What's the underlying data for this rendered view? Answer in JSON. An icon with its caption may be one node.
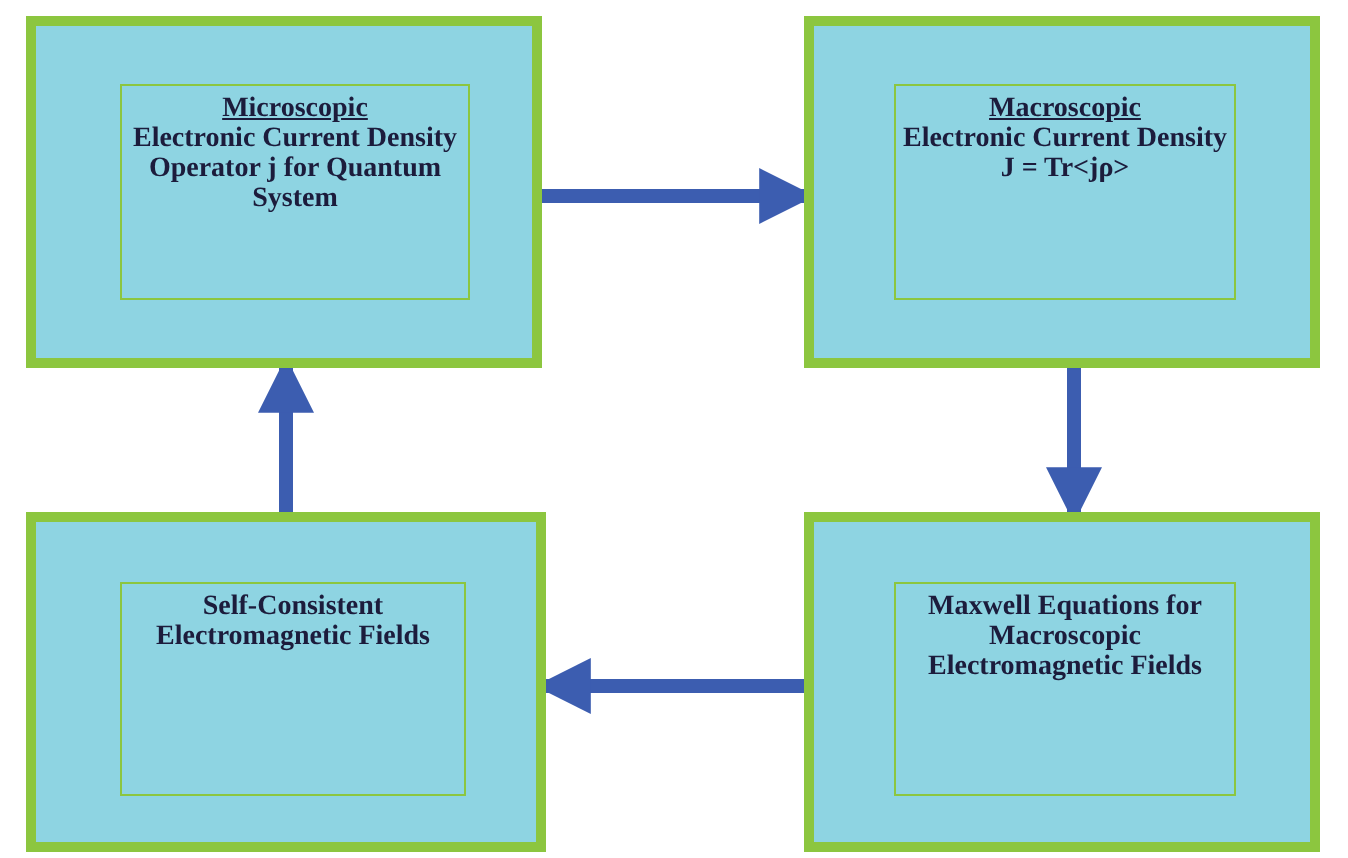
{
  "diagram": {
    "nodes": [
      {
        "text": [
          "Microscopic",
          "Electronic Current Density Operator j for Quantum System"
        ]
      },
      {
        "text": [
          "Macroscopic",
          "Electronic Current Density J = Tr<jρ>"
        ]
      },
      {
        "text": [
          "Self-Consistent Electromagnetic Fields"
        ]
      },
      {
        "text": [
          "Maxwell Equations for Macroscopic Electromagnetic Fields"
        ]
      }
    ],
    "edges": [
      {
        "from": 0,
        "to": 1,
        "arrow": "to"
      },
      {
        "from": 1,
        "to": 3,
        "arrow": "to"
      },
      {
        "from": 3,
        "to": 2,
        "arrow": "to"
      },
      {
        "from": 2,
        "to": 0,
        "arrow": "to"
      }
    ]
  }
}
